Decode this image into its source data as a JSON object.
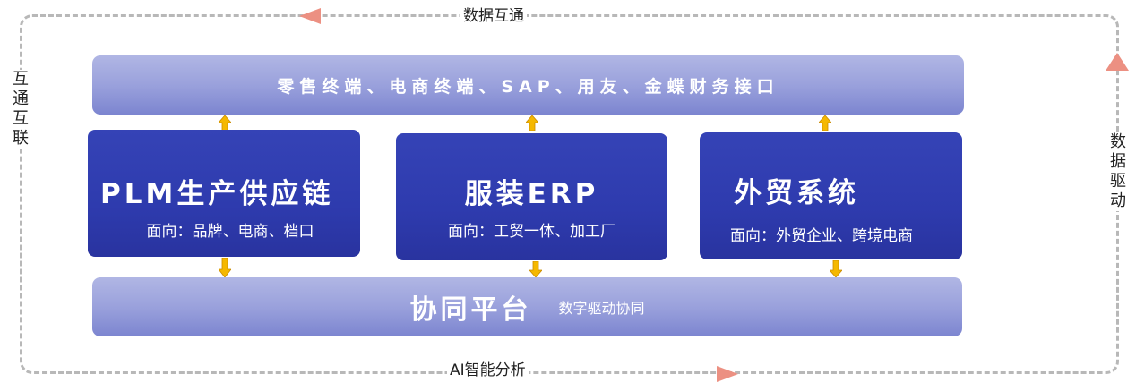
{
  "loop": {
    "top_label": "数据互通",
    "bottom_label": "AI智能分析",
    "left_label": "互通互联",
    "right_label": "数据驱动"
  },
  "top_bar": {
    "text": "零售终端、电商终端、SAP、用友、金蝶财务接口"
  },
  "modules": [
    {
      "title": "PLM生产供应链",
      "subtitle": "面向：品牌、电商、档口"
    },
    {
      "title": "服装ERP",
      "subtitle": "面向：工贸一体、加工厂"
    },
    {
      "title": "外贸系统",
      "subtitle": "面向：外贸企业、跨境电商"
    }
  ],
  "bottom_bar": {
    "title": "协同平台",
    "subtitle": "数字驱动协同"
  },
  "colors": {
    "loop_dash": "#b8b8b8",
    "flow_arrow": "#ec9082",
    "module_fill": "#2e3bae",
    "bar_fill_top": "#b0b6e4",
    "bar_fill_bottom": "#7c85d0",
    "connector_arrow": "#f5b800"
  }
}
